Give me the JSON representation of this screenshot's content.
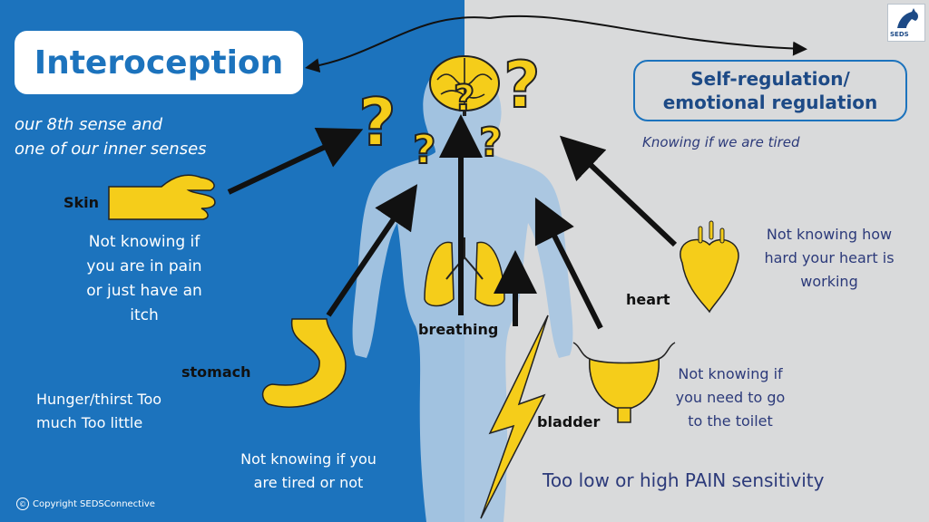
{
  "title": "Interoception",
  "subtitle_line1": "our 8th sense and",
  "subtitle_line2": "one of our inner senses",
  "regulation_line1": "Self-regulation/",
  "regulation_line2": "emotional regulation",
  "tired_note": "Knowing if we are tired",
  "skin": {
    "label": "Skin",
    "lines": [
      "Not knowing if",
      "you are in pain",
      "or just have an",
      "itch"
    ]
  },
  "stomach": {
    "label": "stomach",
    "lines": [
      "Hunger/thirst Too",
      "much Too little"
    ]
  },
  "breathing": {
    "label": "breathing"
  },
  "bladder": {
    "label": "bladder",
    "lines": [
      "Not knowing if",
      "you need to go",
      "to the toilet"
    ]
  },
  "heart": {
    "label": "heart",
    "lines": [
      "Not knowing how",
      "hard your heart is",
      "working"
    ]
  },
  "tired_lines": [
    "Not knowing if you",
    "are tired or not"
  ],
  "pain_sensitivity": "Too low or high PAIN sensitivity",
  "logo_text": "SEDS",
  "copyright": "Copyright SEDSConnective",
  "colors": {
    "left_bg": "#1c73bd",
    "right_bg": "#d9dadb",
    "accent_yellow": "#f5cd1a",
    "navy": "#1d4a86"
  }
}
